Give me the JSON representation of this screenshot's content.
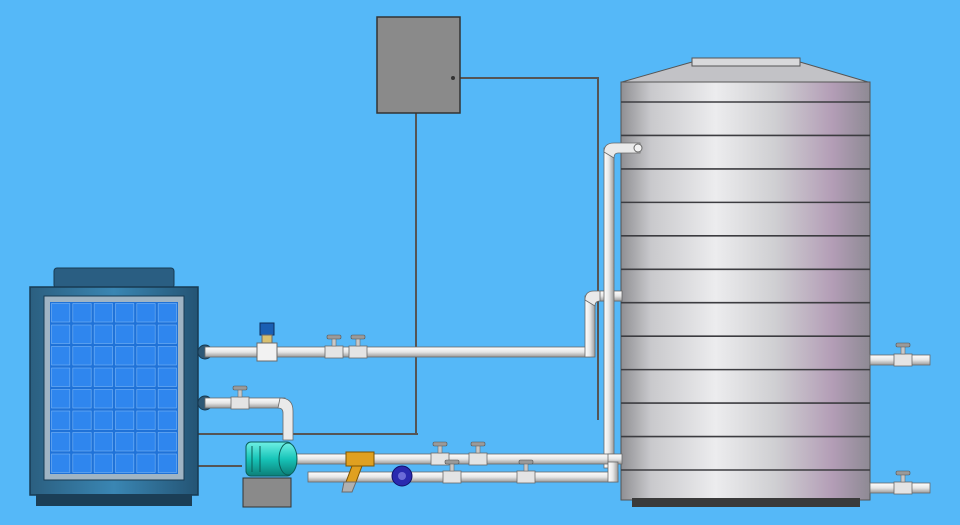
{
  "scene": {
    "background": "#55b8f8",
    "components": [
      "heat-pump-unit",
      "control-box",
      "storage-tank",
      "circulation-pump",
      "y-strainer",
      "flow-switch",
      "gate-valves",
      "water-pipes",
      "signal-wires"
    ]
  },
  "colors": {
    "pipe_fill": "#f2f2f2",
    "pipe_edge": "#6a6a6a",
    "wire": "#555555",
    "control_box": "#8a8a8a",
    "heat_pump_frame": "#2e6f96",
    "heat_pump_grid": "#1f72d8",
    "heat_pump_cell": "#2f86ee",
    "pump_body": "#17c4b8",
    "strainer": "#e0a020",
    "flow_switch": "#2a2ab0",
    "tank_light": "#e6e6e8",
    "tank_dark": "#8c8c90",
    "tank_tint": "#b39db6"
  },
  "tank": {
    "bands": 12
  },
  "heat_pump": {
    "grid_cols": 6,
    "grid_rows": 8
  }
}
